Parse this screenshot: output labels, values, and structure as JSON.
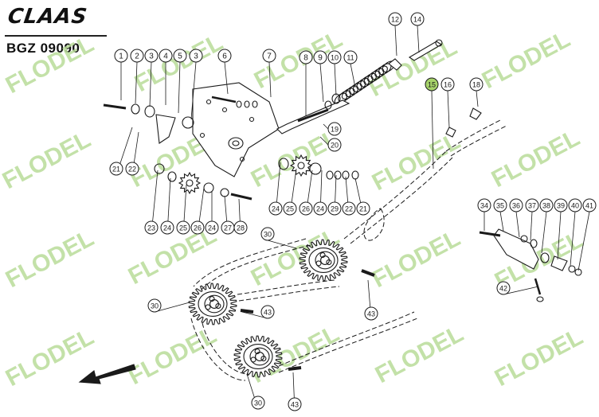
{
  "header": {
    "brand": "CLAAS",
    "doc_code": "BGZ 09090"
  },
  "watermark": {
    "text": "FLODEL",
    "color": "#b9dc9a"
  },
  "colors": {
    "line": "#1a1a1a",
    "highlight": "#a6d36a",
    "background": "#ffffff"
  },
  "callouts": [
    {
      "n": "1"
    },
    {
      "n": "2"
    },
    {
      "n": "3"
    },
    {
      "n": "4"
    },
    {
      "n": "5"
    },
    {
      "n": "3"
    },
    {
      "n": "6"
    },
    {
      "n": "7"
    },
    {
      "n": "8"
    },
    {
      "n": "9"
    },
    {
      "n": "10"
    },
    {
      "n": "11"
    },
    {
      "n": "12"
    },
    {
      "n": "14"
    },
    {
      "n": "15",
      "highlighted": true
    },
    {
      "n": "16"
    },
    {
      "n": "18"
    },
    {
      "n": "19"
    },
    {
      "n": "20"
    },
    {
      "n": "21"
    },
    {
      "n": "22"
    },
    {
      "n": "23"
    },
    {
      "n": "24"
    },
    {
      "n": "25"
    },
    {
      "n": "26"
    },
    {
      "n": "24"
    },
    {
      "n": "27"
    },
    {
      "n": "28"
    },
    {
      "n": "24"
    },
    {
      "n": "25"
    },
    {
      "n": "26"
    },
    {
      "n": "24"
    },
    {
      "n": "29"
    },
    {
      "n": "22"
    },
    {
      "n": "21"
    },
    {
      "n": "30"
    },
    {
      "n": "30"
    },
    {
      "n": "30"
    },
    {
      "n": "43"
    },
    {
      "n": "43"
    },
    {
      "n": "43"
    },
    {
      "n": "34"
    },
    {
      "n": "35"
    },
    {
      "n": "36"
    },
    {
      "n": "37"
    },
    {
      "n": "38"
    },
    {
      "n": "39"
    },
    {
      "n": "40"
    },
    {
      "n": "41"
    },
    {
      "n": "42"
    }
  ]
}
